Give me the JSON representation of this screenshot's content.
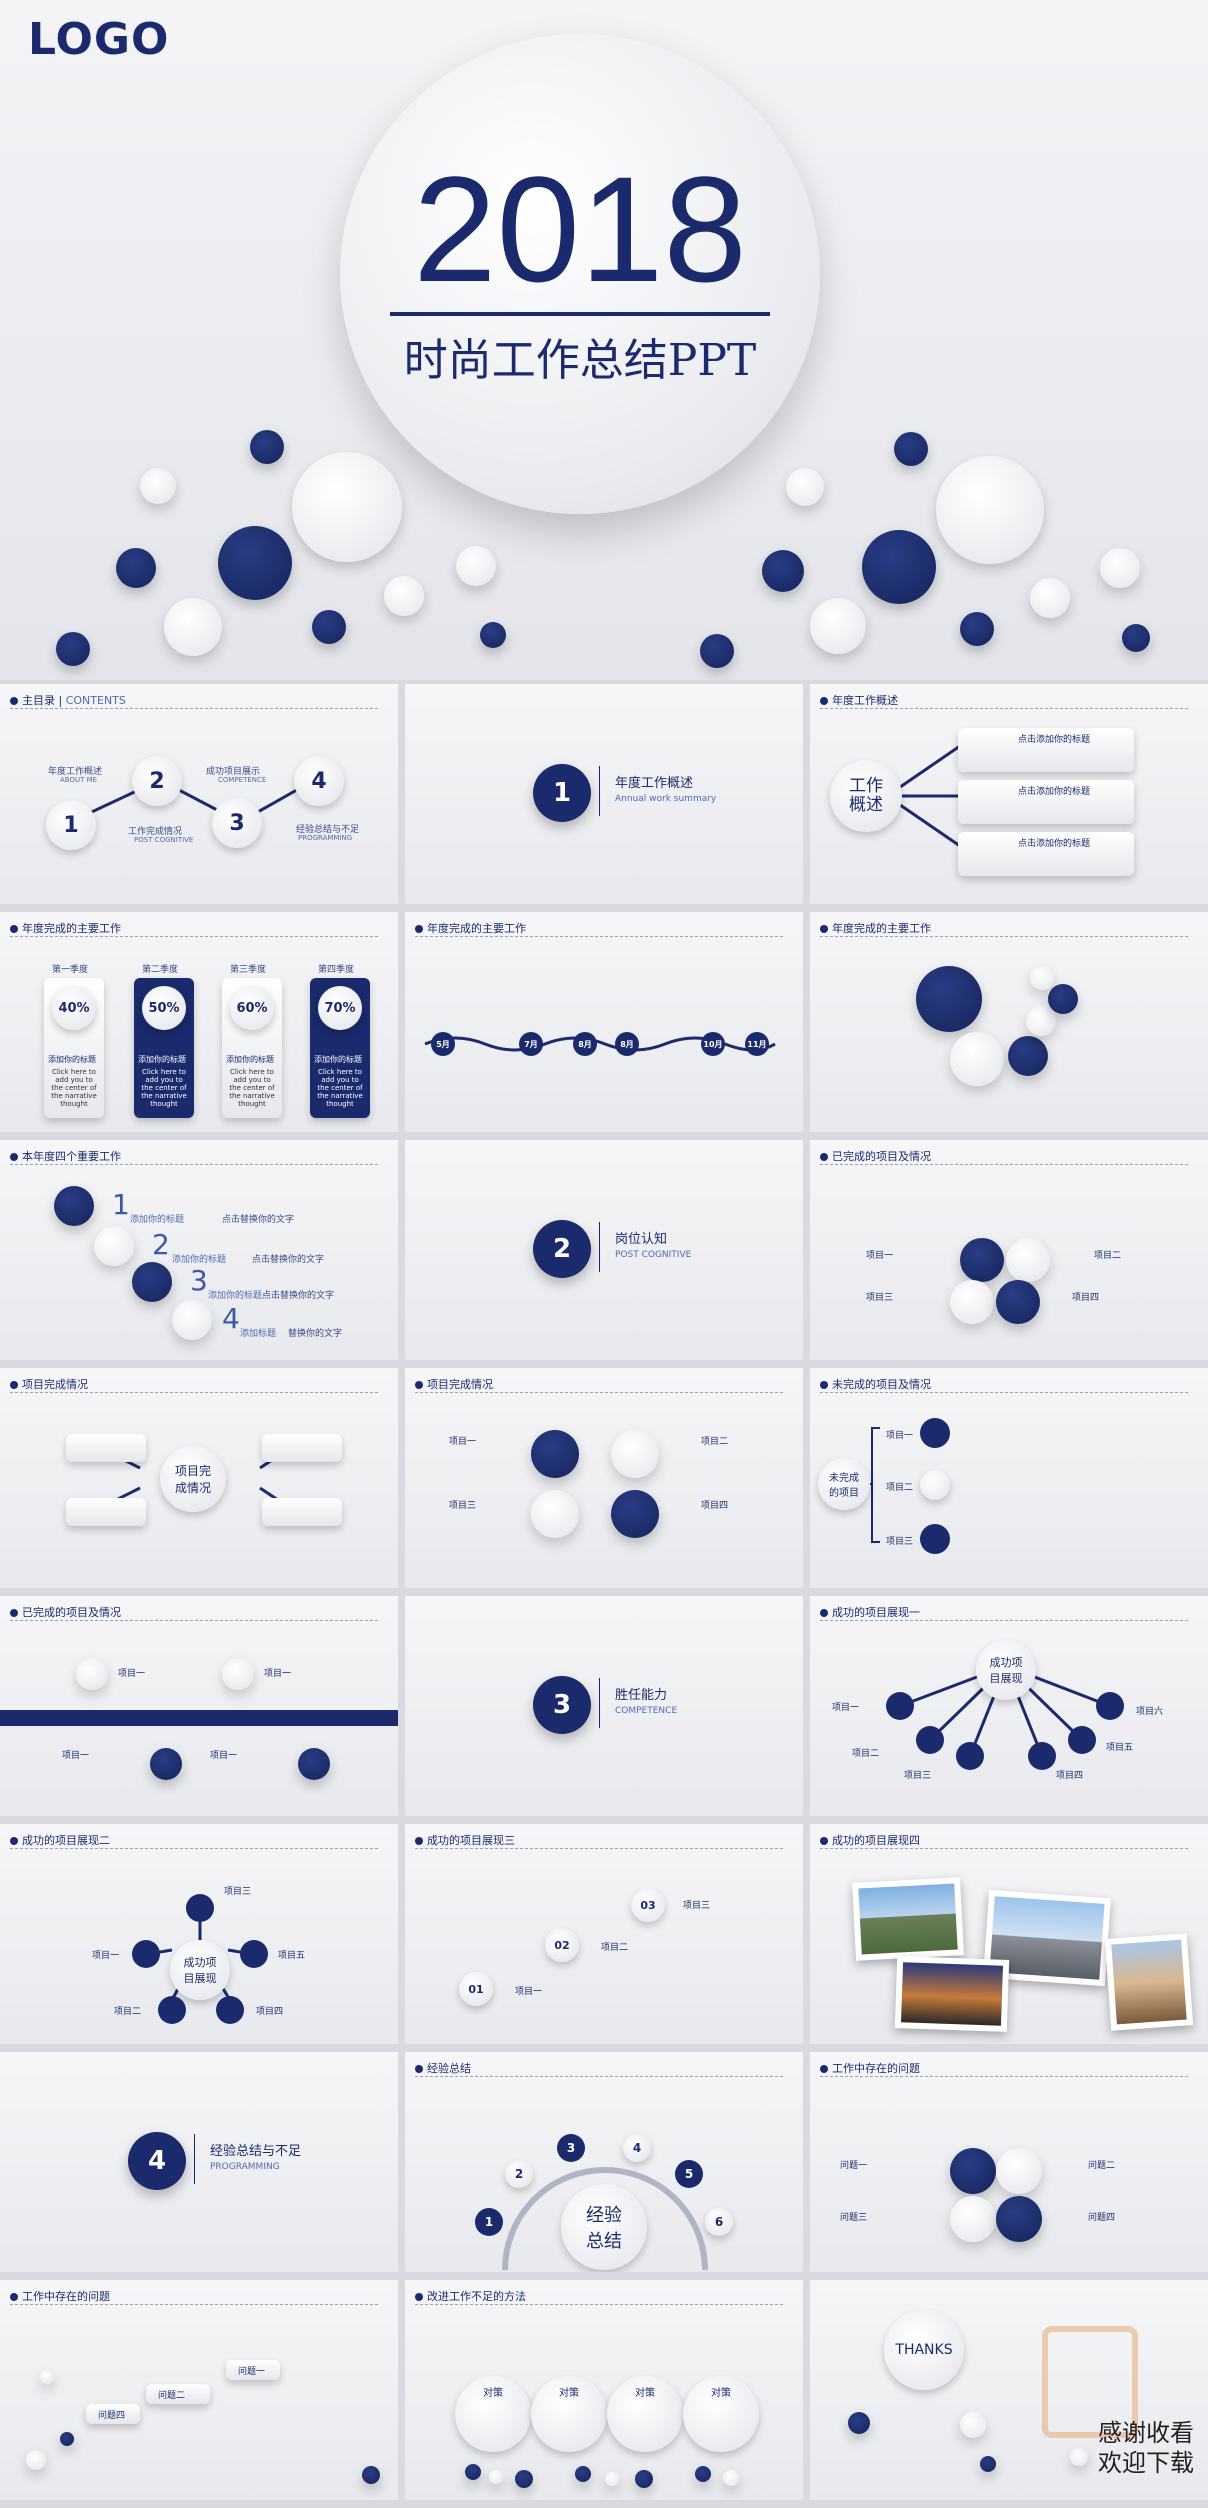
{
  "hero": {
    "logo": "LOGO",
    "year": "2018",
    "subtitle": "时尚工作总结PPT"
  },
  "slides": {
    "toc": {
      "title": "主目录",
      "title_en": "CONTENTS",
      "items": [
        {
          "num": "1",
          "label": "年度工作概述",
          "sub": "ABOUT ME"
        },
        {
          "num": "2",
          "label": "成功项目展示",
          "sub": "COMPETENCE"
        },
        {
          "num": "3",
          "label": "工作完成情况",
          "sub": "POST COGNITIVE"
        },
        {
          "num": "4",
          "label": "经验总结与不足",
          "sub": "PROGRAMMING"
        }
      ]
    },
    "sec1": {
      "num": "1",
      "title": "年度工作概述",
      "sub": "Annual work summary"
    },
    "overview": {
      "title": "年度工作概述",
      "center": "工作\n概述",
      "cards": [
        "点击添加你的标题",
        "点击添加你的标题",
        "点击添加你的标题"
      ]
    },
    "quarters": {
      "title": "年度完成的主要工作",
      "cols": [
        {
          "q": "第一季度",
          "pct": "40%",
          "tag": "添加你的标题",
          "body": "Click here to add you to the center of the narrative thought"
        },
        {
          "q": "第二季度",
          "pct": "50%",
          "tag": "添加你的标题",
          "body": "Click here to add you to the center of the narrative thought"
        },
        {
          "q": "第三季度",
          "pct": "60%",
          "tag": "添加你的标题",
          "body": "Click here to add you to the center of the narrative thought"
        },
        {
          "q": "第四季度",
          "pct": "70%",
          "tag": "添加你的标题",
          "body": "Click here to add you to the center of the narrative thought"
        }
      ]
    },
    "timeline": {
      "title": "年度完成的主要工作",
      "months": [
        "5月",
        "7月",
        "8月",
        "8月",
        "10月",
        "11月"
      ]
    },
    "bubbles": {
      "title": "年度完成的主要工作"
    },
    "four": {
      "title": "本年度四个重要工作",
      "items": [
        {
          "n": "1",
          "tag": "添加你的标题",
          "desc": "点击替换你的文字"
        },
        {
          "n": "2",
          "tag": "添加你的标题",
          "desc": "点击替换你的文字"
        },
        {
          "n": "3",
          "tag": "添加你的标题",
          "desc": "点击替换你的文字"
        },
        {
          "n": "4",
          "tag": "添加标题",
          "desc": "替换你的文字"
        }
      ]
    },
    "sec2": {
      "num": "2",
      "title": "岗位认知",
      "sub": "POST COGNITIVE"
    },
    "done1": {
      "title": "已完成的项目及情况",
      "labels": [
        "项目一",
        "项目二",
        "项目三",
        "项目四"
      ]
    },
    "status1": {
      "title": "项目完成情况",
      "center": "项目完\n成情况"
    },
    "status2": {
      "title": "项目完成情况",
      "labels": [
        "项目一",
        "项目二",
        "项目三",
        "项目四"
      ]
    },
    "undone": {
      "title": "未完成的项目及情况",
      "center": "未完成\n的项目",
      "labels": [
        "项目一",
        "项目二",
        "项目三"
      ]
    },
    "done2": {
      "title": "已完成的项目及情况",
      "labels": [
        "项目一",
        "项目一",
        "项目一",
        "项目一"
      ]
    },
    "sec3": {
      "num": "3",
      "title": "胜任能力",
      "sub": "COMPETENCE"
    },
    "show1": {
      "title": "成功的项目展现一",
      "center": "成功项\n目展现",
      "labels": [
        "项目一",
        "项目二",
        "项目三",
        "项目四",
        "项目五",
        "项目六"
      ]
    },
    "show2": {
      "title": "成功的项目展现二",
      "center": "成功项\n目展现",
      "labels": [
        "项目一",
        "项目二",
        "项目三",
        "项目四",
        "项目五"
      ]
    },
    "show3": {
      "title": "成功的项目展现三",
      "nums": [
        "01",
        "02",
        "03"
      ],
      "labels": [
        "项目一",
        "项目二",
        "项目三"
      ]
    },
    "show4": {
      "title": "成功的项目展现四"
    },
    "sec4": {
      "num": "4",
      "title": "经验总结与不足",
      "sub": "PROGRAMMING"
    },
    "summary": {
      "title": "经验总结",
      "center": "经验\n总结",
      "nums": [
        "1",
        "2",
        "3",
        "4",
        "5",
        "6"
      ]
    },
    "problems1": {
      "title": "工作中存在的问题",
      "labels": [
        "问题一",
        "问题二",
        "问题三",
        "问题四"
      ]
    },
    "problems2": {
      "title": "工作中存在的问题",
      "labels": [
        "问题一",
        "问题二",
        "问题四"
      ]
    },
    "methods": {
      "title": "改进工作不足的方法",
      "labels": [
        "对策",
        "对策",
        "对策",
        "对策"
      ]
    },
    "thanks": {
      "label": "THANKS",
      "wm1": "感谢收看",
      "wm2": "欢迎下载"
    }
  },
  "colors": {
    "accent": "#1a2a6c",
    "bg": "#e8e9ed"
  }
}
